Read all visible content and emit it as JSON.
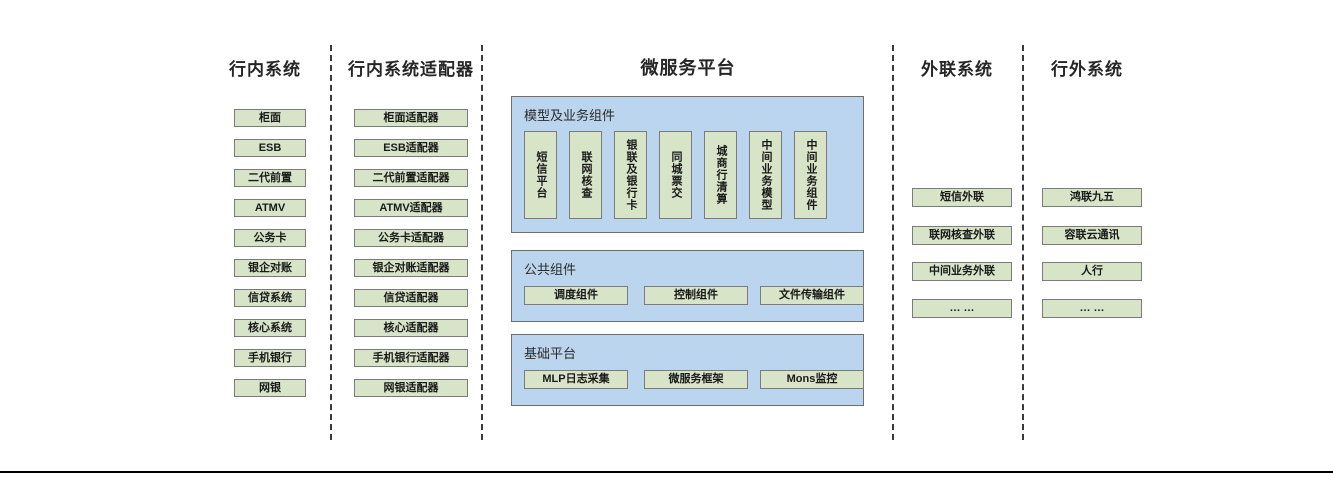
{
  "diagram": {
    "title_bar_present": true,
    "columns": [
      {
        "id": "inbank",
        "title": "行内系统",
        "nodes": [
          "柜面",
          "ESB",
          "二代前置",
          "ATMV",
          "公务卡",
          "银企对账",
          "信贷系统",
          "核心系统",
          "手机银行",
          "网银"
        ]
      },
      {
        "id": "inbank-adapter",
        "title": "行内系统适配器",
        "nodes": [
          "柜面适配器",
          "ESB适配器",
          "二代前置适配器",
          "ATMV适配器",
          "公务卡适配器",
          "银企对账适配器",
          "信贷适配器",
          "核心适配器",
          "手机银行适配器",
          "网银适配器"
        ]
      },
      {
        "id": "external-link",
        "title": "外联系统",
        "nodes": [
          "短信外联",
          "联网核查外联",
          "中间业务外联",
          "… …"
        ]
      },
      {
        "id": "outbank",
        "title": "行外系统",
        "nodes": [
          "鸿联九五",
          "容联云通讯",
          "人行",
          "… …"
        ]
      }
    ],
    "platform": {
      "title": "微服务平台",
      "groups": [
        {
          "id": "model-business-components",
          "label": "模型及业务组件",
          "orientation": "vertical",
          "items": [
            "短信平台",
            "联网核查",
            "银联及银行卡",
            "同城票交",
            "城商行清算",
            "中间业务模型",
            "中间业务组件"
          ]
        },
        {
          "id": "public-components",
          "label": "公共组件",
          "orientation": "horizontal",
          "items": [
            "调度组件",
            "控制组件",
            "文件传输组件"
          ]
        },
        {
          "id": "base-platform",
          "label": "基础平台",
          "orientation": "horizontal",
          "items": [
            "MLP日志采集",
            "微服务框架",
            "Mons监控"
          ]
        }
      ]
    },
    "colors": {
      "node_fill": "#d7e4c8",
      "node_border": "#7b7b7b",
      "group_fill": "#bcd5ee",
      "group_border": "#6e6e6e",
      "separator": "#3a3a3a",
      "text": "#1a1a1a",
      "background": "#ffffff"
    }
  }
}
